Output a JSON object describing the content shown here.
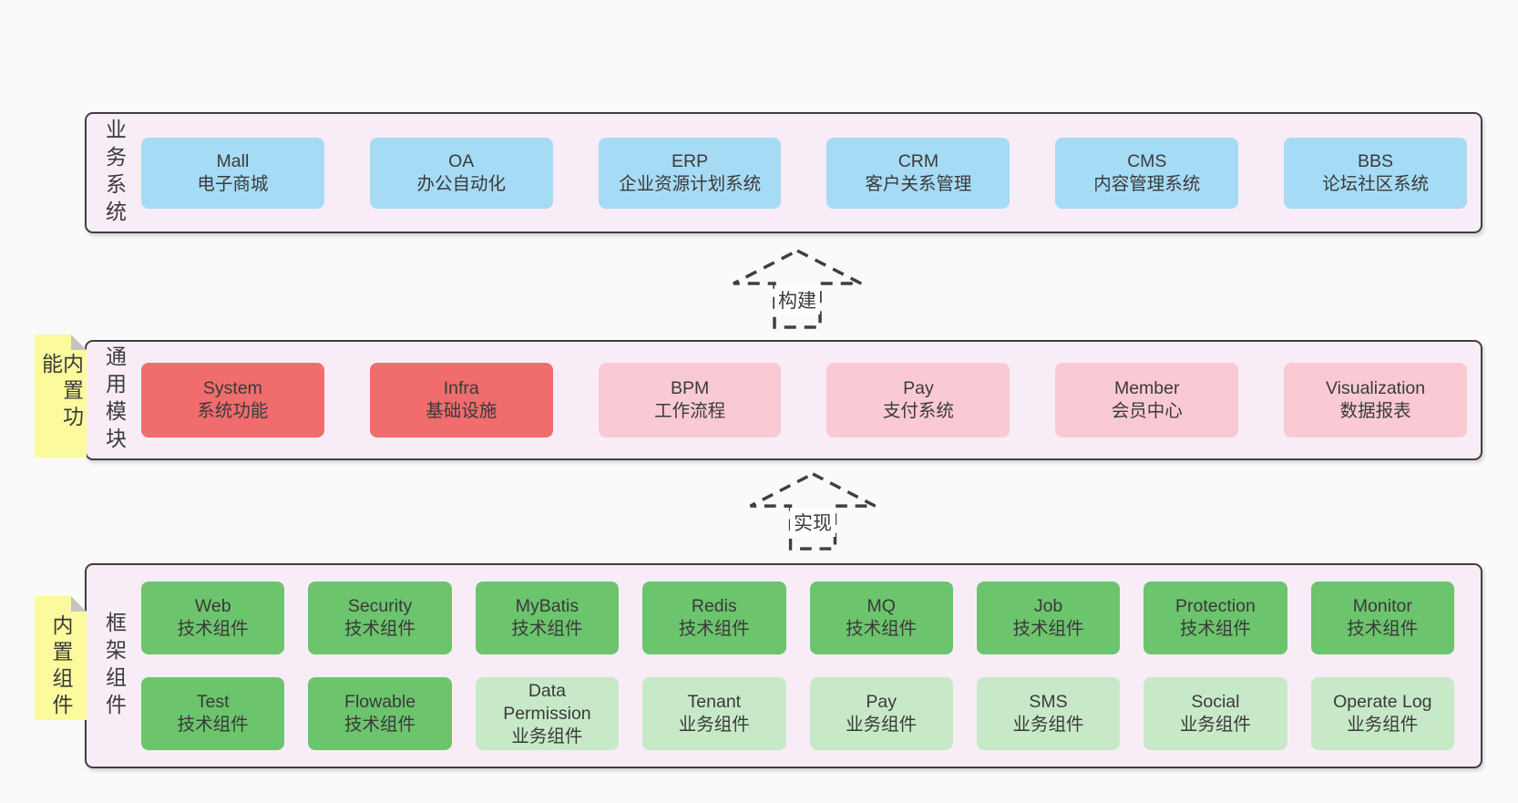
{
  "colors": {
    "page-bg": "#fafafa",
    "band-bg": "#f8edf6",
    "line": "#3f3f3f",
    "text": "#3a3a3a",
    "blue": "#a6dbf5",
    "red": "#f16c6c",
    "pink": "#facad4",
    "green": "#6cc46d",
    "lightgreen": "#c7e9c8",
    "yellow": "#fbfb9e",
    "fold": "#c4c4c4",
    "label-bg": "#ffffff"
  },
  "arrows": [
    {
      "label": "构建"
    },
    {
      "label": "实现"
    }
  ],
  "bands": [
    {
      "label": "业务系统",
      "items": [
        {
          "title": "Mall",
          "subtitle": "电子商城",
          "type": "blue"
        },
        {
          "title": "OA",
          "subtitle": "办公自动化",
          "type": "blue"
        },
        {
          "title": "ERP",
          "subtitle": "企业资源计划系统",
          "type": "blue"
        },
        {
          "title": "CRM",
          "subtitle": "客户关系管理",
          "type": "blue"
        },
        {
          "title": "CMS",
          "subtitle": "内容管理系统",
          "type": "blue"
        },
        {
          "title": "BBS",
          "subtitle": "论坛社区系统",
          "type": "blue"
        }
      ]
    },
    {
      "label": "通用模块",
      "tag": "内置功能",
      "items": [
        {
          "title": "System",
          "subtitle": "系统功能",
          "type": "red"
        },
        {
          "title": "Infra",
          "subtitle": "基础设施",
          "type": "red"
        },
        {
          "title": "BPM",
          "subtitle": "工作流程",
          "type": "pink"
        },
        {
          "title": "Pay",
          "subtitle": "支付系统",
          "type": "pink"
        },
        {
          "title": "Member",
          "subtitle": "会员中心",
          "type": "pink"
        },
        {
          "title": "Visualization",
          "subtitle": "数据报表",
          "type": "pink"
        }
      ]
    },
    {
      "label": "框架组件",
      "tag": "内置组件",
      "items": [
        {
          "title": "Web",
          "subtitle": "技术组件",
          "type": "green"
        },
        {
          "title": "Security",
          "subtitle": "技术组件",
          "type": "green"
        },
        {
          "title": "MyBatis",
          "subtitle": "技术组件",
          "type": "green"
        },
        {
          "title": "Redis",
          "subtitle": "技术组件",
          "type": "green"
        },
        {
          "title": "MQ",
          "subtitle": "技术组件",
          "type": "green"
        },
        {
          "title": "Job",
          "subtitle": "技术组件",
          "type": "green"
        },
        {
          "title": "Protection",
          "subtitle": "技术组件",
          "type": "green"
        },
        {
          "title": "Monitor",
          "subtitle": "技术组件",
          "type": "green"
        },
        {
          "title": "Test",
          "subtitle": "技术组件",
          "type": "green"
        },
        {
          "title": "Flowable",
          "subtitle": "技术组件",
          "type": "green"
        },
        {
          "title": "Data Permission",
          "subtitle": "业务组件",
          "type": "lightgreen"
        },
        {
          "title": "Tenant",
          "subtitle": "业务组件",
          "type": "lightgreen"
        },
        {
          "title": "Pay",
          "subtitle": "业务组件",
          "type": "lightgreen"
        },
        {
          "title": "SMS",
          "subtitle": "业务组件",
          "type": "lightgreen"
        },
        {
          "title": "Social",
          "subtitle": "业务组件",
          "type": "lightgreen"
        },
        {
          "title": "Operate Log",
          "subtitle": "业务组件",
          "type": "lightgreen"
        }
      ]
    }
  ]
}
